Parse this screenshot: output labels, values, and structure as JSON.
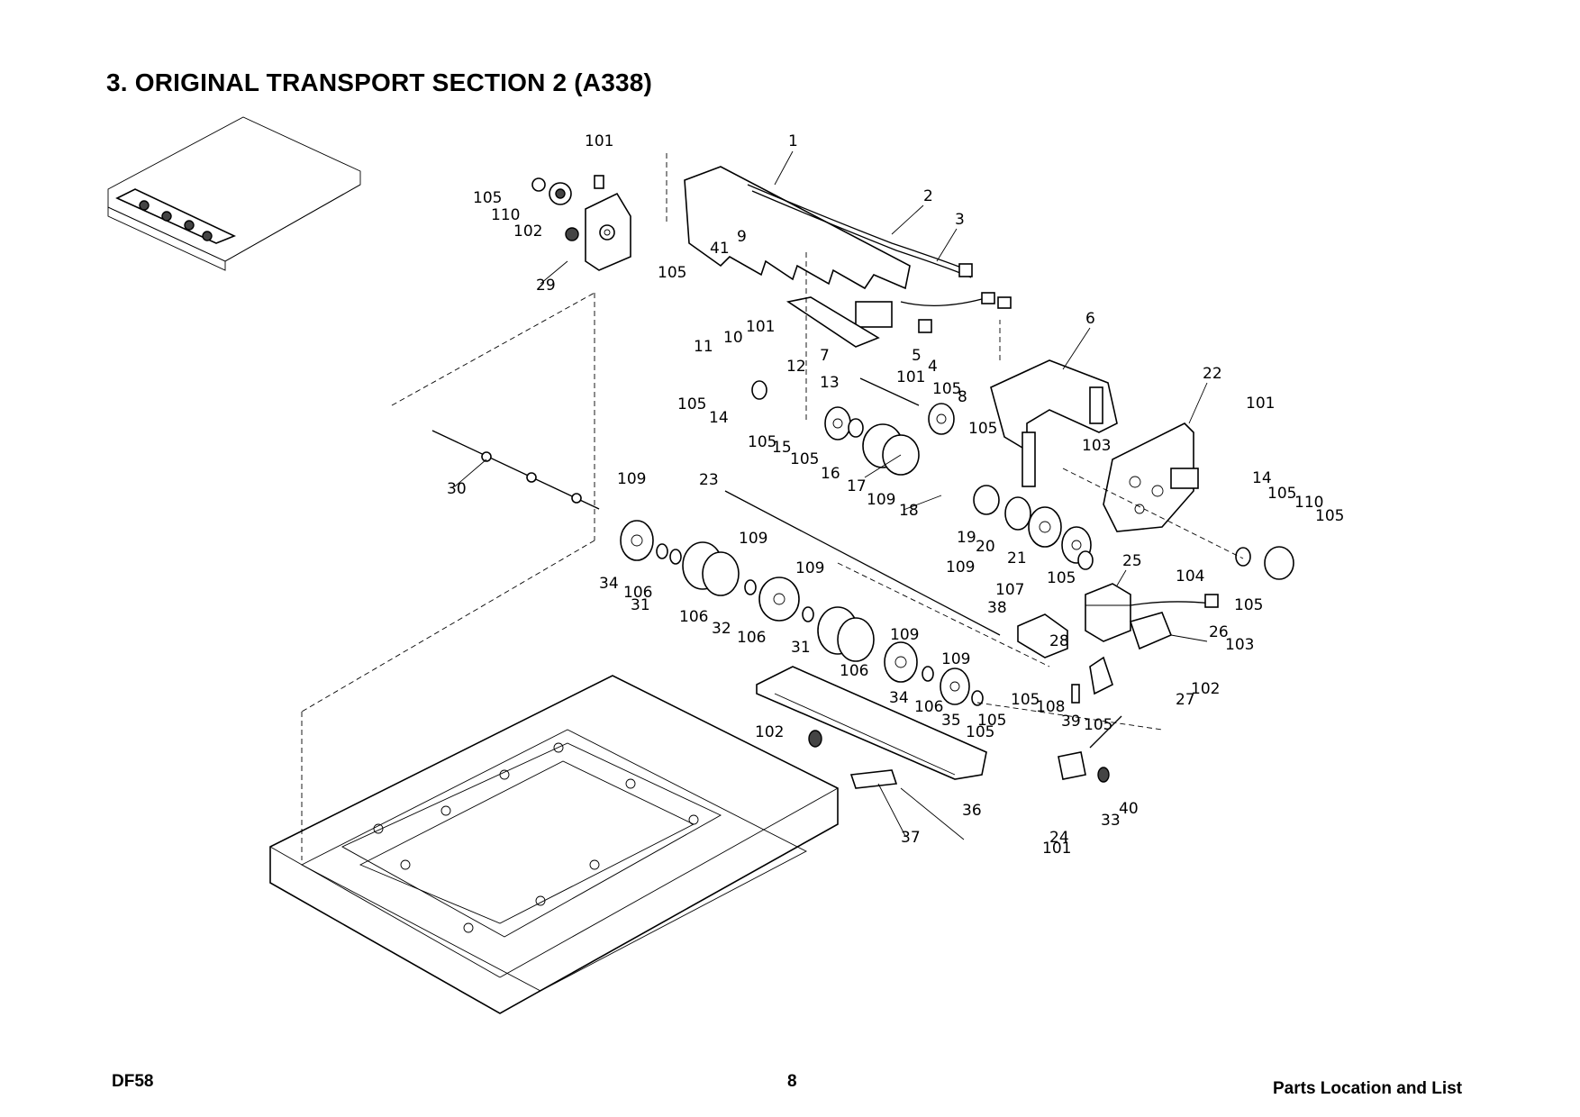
{
  "page": {
    "title": "3. ORIGINAL TRANSPORT SECTION 2 (A338)",
    "footer_left": "DF58",
    "footer_center": "8",
    "footer_right": "Parts Location and List"
  },
  "callouts": [
    {
      "id": "c1",
      "text": "1"
    },
    {
      "id": "c2",
      "text": "2"
    },
    {
      "id": "c3",
      "text": "3"
    },
    {
      "id": "c4",
      "text": "4"
    },
    {
      "id": "c5",
      "text": "5"
    },
    {
      "id": "c6",
      "text": "6"
    },
    {
      "id": "c7",
      "text": "7"
    },
    {
      "id": "c8",
      "text": "8"
    },
    {
      "id": "c9",
      "text": "9"
    },
    {
      "id": "c10",
      "text": "10"
    },
    {
      "id": "c11",
      "text": "11"
    },
    {
      "id": "c12",
      "text": "12"
    },
    {
      "id": "c13",
      "text": "13"
    },
    {
      "id": "c14a",
      "text": "14"
    },
    {
      "id": "c14b",
      "text": "14"
    },
    {
      "id": "c15",
      "text": "15"
    },
    {
      "id": "c16",
      "text": "16"
    },
    {
      "id": "c17",
      "text": "17"
    },
    {
      "id": "c18",
      "text": "18"
    },
    {
      "id": "c19",
      "text": "19"
    },
    {
      "id": "c20",
      "text": "20"
    },
    {
      "id": "c21",
      "text": "21"
    },
    {
      "id": "c22",
      "text": "22"
    },
    {
      "id": "c23",
      "text": "23"
    },
    {
      "id": "c24",
      "text": "24"
    },
    {
      "id": "c25",
      "text": "25"
    },
    {
      "id": "c26",
      "text": "26"
    },
    {
      "id": "c27",
      "text": "27"
    },
    {
      "id": "c28",
      "text": "28"
    },
    {
      "id": "c29",
      "text": "29"
    },
    {
      "id": "c30",
      "text": "30"
    },
    {
      "id": "c31a",
      "text": "31"
    },
    {
      "id": "c31b",
      "text": "31"
    },
    {
      "id": "c32",
      "text": "32"
    },
    {
      "id": "c33",
      "text": "33"
    },
    {
      "id": "c34a",
      "text": "34"
    },
    {
      "id": "c34b",
      "text": "34"
    },
    {
      "id": "c35",
      "text": "35"
    },
    {
      "id": "c36",
      "text": "36"
    },
    {
      "id": "c37",
      "text": "37"
    },
    {
      "id": "c38",
      "text": "38"
    },
    {
      "id": "c39",
      "text": "39"
    },
    {
      "id": "c40",
      "text": "40"
    },
    {
      "id": "c41",
      "text": "41"
    },
    {
      "id": "c101a",
      "text": "101"
    },
    {
      "id": "c101b",
      "text": "101"
    },
    {
      "id": "c101c",
      "text": "101"
    },
    {
      "id": "c101d",
      "text": "101"
    },
    {
      "id": "c101e",
      "text": "101"
    },
    {
      "id": "c102a",
      "text": "102"
    },
    {
      "id": "c102b",
      "text": "102"
    },
    {
      "id": "c102c",
      "text": "102"
    },
    {
      "id": "c103a",
      "text": "103"
    },
    {
      "id": "c103b",
      "text": "103"
    },
    {
      "id": "c104",
      "text": "104"
    },
    {
      "id": "c105a",
      "text": "105"
    },
    {
      "id": "c105b",
      "text": "105"
    },
    {
      "id": "c105c",
      "text": "105"
    },
    {
      "id": "c105d",
      "text": "105"
    },
    {
      "id": "c105e",
      "text": "105"
    },
    {
      "id": "c105f",
      "text": "105"
    },
    {
      "id": "c105g",
      "text": "105"
    },
    {
      "id": "c105h",
      "text": "105"
    },
    {
      "id": "c105i",
      "text": "105"
    },
    {
      "id": "c105j",
      "text": "105"
    },
    {
      "id": "c105k",
      "text": "105"
    },
    {
      "id": "c105l",
      "text": "105"
    },
    {
      "id": "c105m",
      "text": "105"
    },
    {
      "id": "c105n",
      "text": "105"
    },
    {
      "id": "c105o",
      "text": "105"
    },
    {
      "id": "c106a",
      "text": "106"
    },
    {
      "id": "c106b",
      "text": "106"
    },
    {
      "id": "c106c",
      "text": "106"
    },
    {
      "id": "c106d",
      "text": "106"
    },
    {
      "id": "c106e",
      "text": "106"
    },
    {
      "id": "c107",
      "text": "107"
    },
    {
      "id": "c108",
      "text": "108"
    },
    {
      "id": "c109a",
      "text": "109"
    },
    {
      "id": "c109b",
      "text": "109"
    },
    {
      "id": "c109c",
      "text": "109"
    },
    {
      "id": "c109d",
      "text": "109"
    },
    {
      "id": "c109e",
      "text": "109"
    },
    {
      "id": "c109f",
      "text": "109"
    },
    {
      "id": "c109g",
      "text": "109"
    },
    {
      "id": "c110a",
      "text": "110"
    },
    {
      "id": "c110b",
      "text": "110"
    }
  ]
}
